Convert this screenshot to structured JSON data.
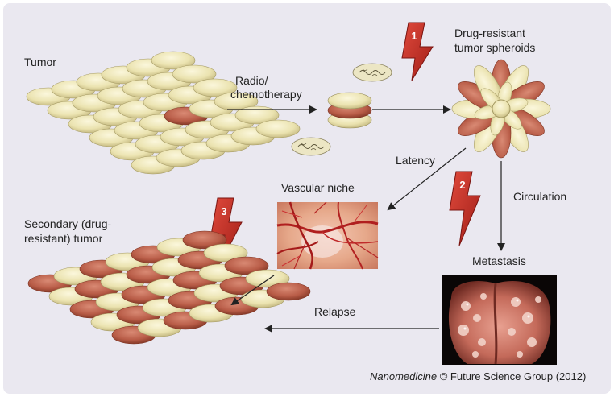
{
  "labels": {
    "tumor": "Tumor",
    "radio_line1": "Radio/",
    "radio_line2": "chemotherapy",
    "spheroids_line1": "Drug-resistant",
    "spheroids_line2": "tumor spheroids",
    "latency": "Latency",
    "vascular_niche": "Vascular niche",
    "circulation": "Circulation",
    "metastasis": "Metastasis",
    "secondary_line1": "Secondary (drug-",
    "secondary_line2": "resistant) tumor",
    "relapse": "Relapse"
  },
  "badges": [
    "1",
    "2",
    "3"
  ],
  "credit": {
    "journal": "Nanomedicine",
    "rest": " © Future Science Group (2012)"
  },
  "colors": {
    "background": "#eae8f0",
    "frame": "#ffffff",
    "cream_cell": "#ebe3b0",
    "red_cell": "#b85c47",
    "bolt": "#c8322a",
    "arrow": "#222222"
  }
}
